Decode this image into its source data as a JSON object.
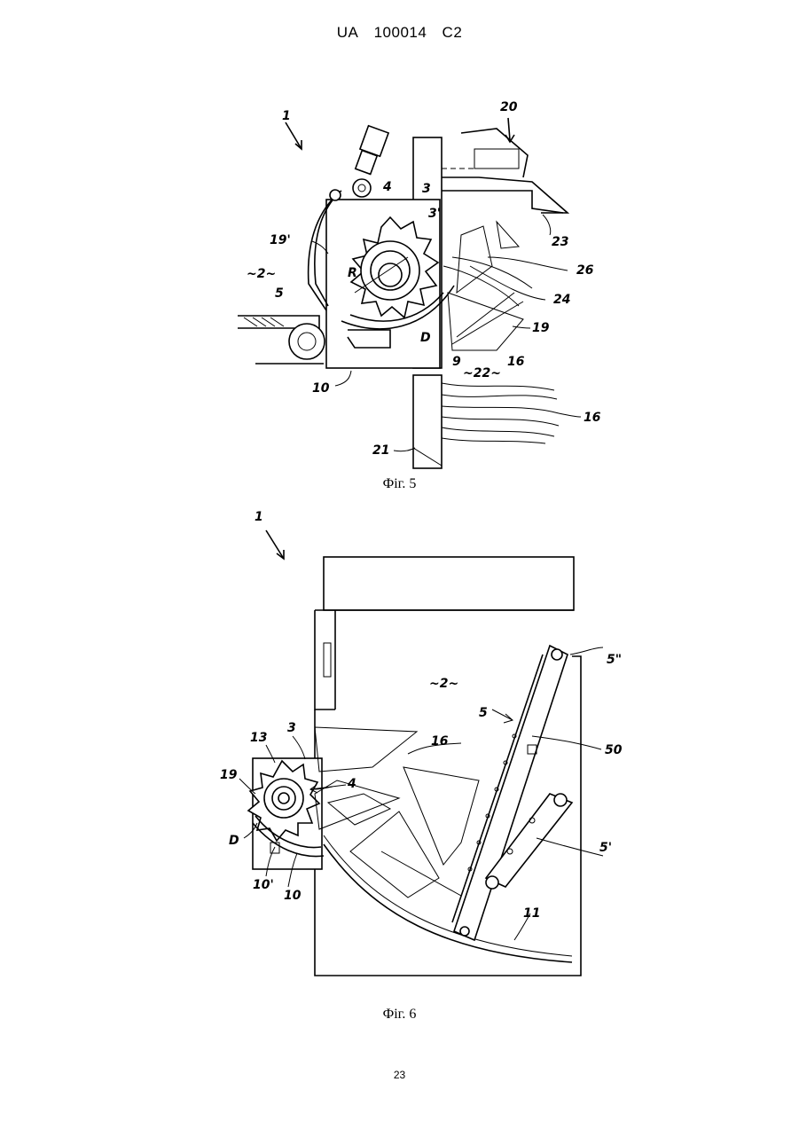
{
  "header": {
    "country": "UA",
    "number": "100014",
    "kind": "C2"
  },
  "figures": [
    {
      "caption": "Фіг. 5",
      "labels": {
        "l1": "1",
        "l20": "20",
        "l4": "4",
        "l3": "3",
        "l3p": "3'",
        "l19p": "19'",
        "l2": "~2~",
        "lR": "R",
        "l5": "5",
        "l23": "23",
        "l26": "26",
        "l24": "24",
        "l19": "19",
        "lD": "D",
        "l9": "9",
        "l16a": "16",
        "l22": "~22~",
        "l10": "10",
        "l16b": "16",
        "l21": "21"
      }
    },
    {
      "caption": "Фіг. 6",
      "labels": {
        "l1": "1",
        "l2": "~2~",
        "l5pp": "5\"",
        "l5": "5",
        "l50": "50",
        "l3": "3",
        "l13": "13",
        "l16": "16",
        "l19": "19",
        "l4": "4",
        "lD": "D",
        "l5p": "5'",
        "l10p": "10'",
        "l10": "10",
        "l11": "11"
      }
    }
  ],
  "page_number": "23"
}
